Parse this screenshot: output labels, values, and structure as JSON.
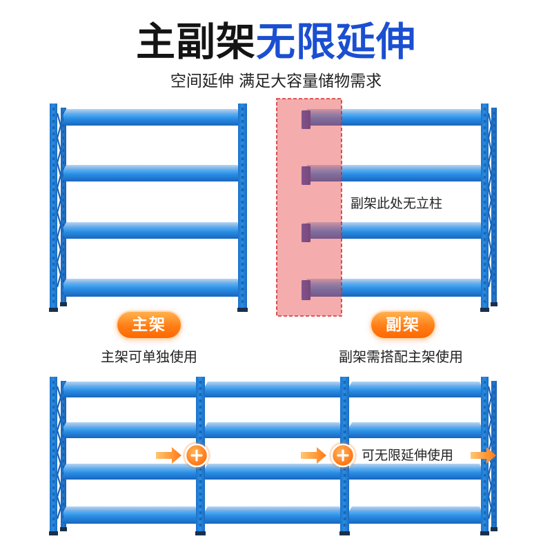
{
  "title": {
    "lead": "主副架",
    "highlight": "无限延伸"
  },
  "subtitle": "空间延伸 满足大容量储物需求",
  "main_rack": {
    "badge": "主架",
    "caption": "主架可单独使用"
  },
  "sub_rack": {
    "badge": "副架",
    "caption": "副架需搭配主架使用",
    "note": "副架此处无立柱"
  },
  "combined_rack": {
    "note": "可无限延伸使用"
  },
  "icons": [
    "arrow-right-icon",
    "plus-circle-icon"
  ],
  "colors": {
    "title_dark": "#141414",
    "title_blue": "#1b4fd1",
    "rack_blue": "#2a8de3",
    "accent_orange": "#ff7a14",
    "highlight_red": "#e84646",
    "text_dark": "#222222"
  }
}
